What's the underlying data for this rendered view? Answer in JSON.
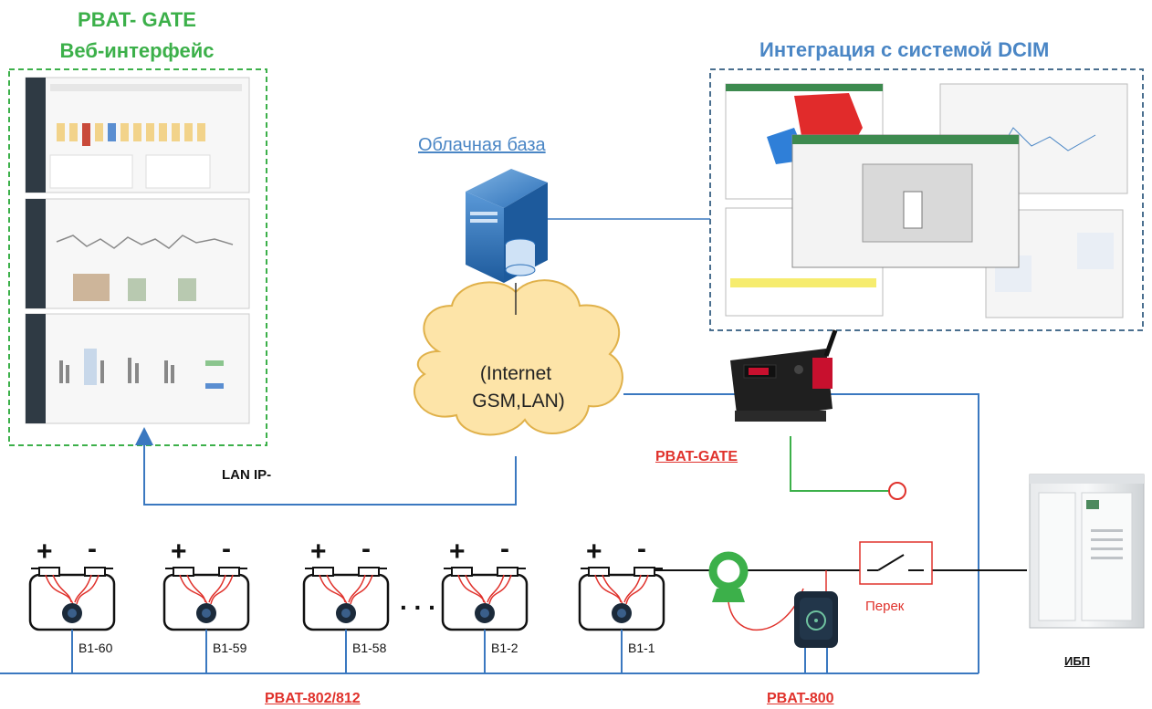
{
  "titles": {
    "web_line1": "PBAT- GATE",
    "web_line2": "Веб-интерфейс",
    "dcim": "Интеграция с системой DCIM",
    "cloud": "Облачная база"
  },
  "network": {
    "line1": "(Internet",
    "line2": "GSM,LAN)"
  },
  "labels": {
    "lan": "LAN IP-",
    "gate": "PBAT-GATE",
    "switch": "Перек",
    "ups": "ИБП",
    "sensors_802": "PBAT-802/812",
    "sensor_800": "PBAT-800",
    "ellipsis": ". . ."
  },
  "batteries": [
    {
      "name": "B1-60",
      "plus": "+",
      "minus": "-"
    },
    {
      "name": "B1-59",
      "plus": "+",
      "minus": "-"
    },
    {
      "name": "B1-58",
      "plus": "+",
      "minus": "-"
    },
    {
      "name": "B1-2",
      "plus": "+",
      "minus": "-"
    },
    {
      "name": "B1-1",
      "plus": "+",
      "minus": "-"
    }
  ],
  "colors": {
    "green": "#3cb04a",
    "blue": "#4a86c5",
    "red": "#e0322c",
    "line_blue": "#3a78c0",
    "cloud_fill": "#fde4a8"
  }
}
